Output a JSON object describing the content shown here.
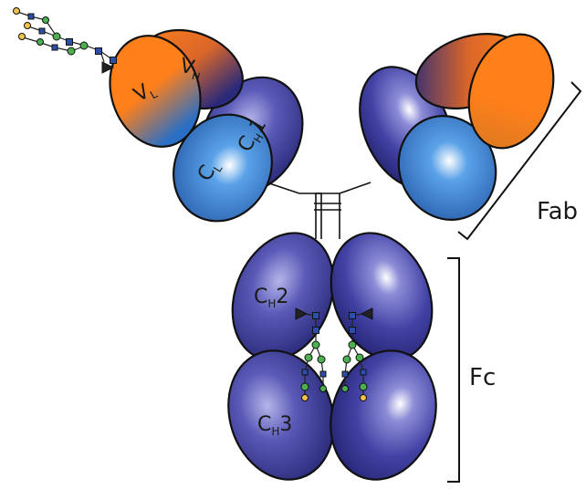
{
  "labels": {
    "vh": {
      "main": "V",
      "sub": "H"
    },
    "vl": {
      "main": "V",
      "sub": "L"
    },
    "ch1": {
      "main": "C",
      "sub": "H",
      "suffix": "1"
    },
    "cl": {
      "main": "C",
      "sub": "L"
    },
    "ch2": {
      "main": "C",
      "sub": "H",
      "suffix": "2"
    },
    "ch3": {
      "main": "C",
      "sub": "H",
      "suffix": "3"
    },
    "fab": "Fab",
    "fc": "Fc"
  },
  "colors": {
    "heavy_dark": "#1f1f6b",
    "heavy_mid": "#4545a8",
    "heavy_light": "#ffffff",
    "light_blue": "#1e6fc8",
    "light_blue_dark": "#1a4fa0",
    "variable_orange": "#ff7f1a",
    "glycan_blue": "#2c4fa8",
    "glycan_green": "#4caf50",
    "glycan_yellow": "#f2c14e"
  }
}
